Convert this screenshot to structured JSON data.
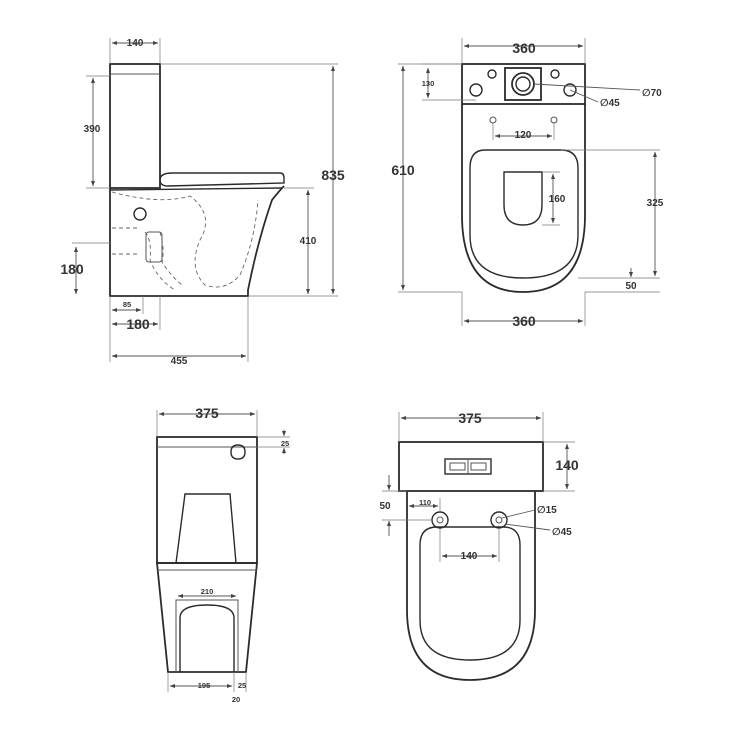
{
  "side_view": {
    "dims": {
      "cistern_width": "140",
      "cistern_height": "390",
      "total_height": "835",
      "bowl_height": "410",
      "outlet_height": "180",
      "outlet_offset": "85",
      "outlet_depth": "180",
      "total_depth": "455"
    }
  },
  "top_view": {
    "dims": {
      "top_width": "360",
      "hole_offset": "130",
      "hole_spacing": "120",
      "total_length": "610",
      "inner_length": "160",
      "seat_length": "325",
      "base_offset": "50",
      "bottom_width": "360",
      "button_dia": "∅70",
      "hole_dia": "∅45"
    }
  },
  "front_view": {
    "dims": {
      "total_width": "375",
      "lid_offset": "25",
      "base_width": "210",
      "left_gap": "195",
      "right_gap": "25",
      "foot": "20"
    }
  },
  "plan_view": {
    "dims": {
      "total_width": "375",
      "cistern_depth": "140",
      "hole_offset": "50",
      "edge_to_hole": "110",
      "bolt_dia": "∅15",
      "cap_dia": "∅45",
      "bolt_spacing": "140"
    }
  }
}
